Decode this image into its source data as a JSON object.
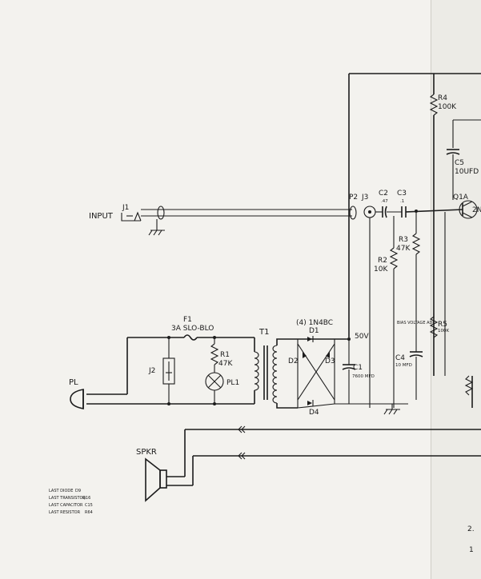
{
  "labels": {
    "input": "INPUT",
    "j1": "J1",
    "p2": "P2",
    "j3": "J3",
    "c2": "C2",
    "c2_val": ".47",
    "c3": "C3",
    "c3_val": ".1",
    "r4": "R4",
    "r4_val": "100K",
    "c5": "C5",
    "c5_val": "10UFD",
    "q1a": "Q1A",
    "q1a_part": "2N",
    "r3": "R3",
    "r3_val": "47K",
    "r2": "R2",
    "r2_val": "10K",
    "r5": "R5",
    "r5_val": "100K",
    "bias_voltage": "BIAS VOLTAGE ADJ.",
    "c4": "C4",
    "c4_val": "10 MFD",
    "f1": "F1",
    "f1_val": "3A SLO-BLO",
    "t1": "T1",
    "d1_group": "(4) 1N4BC",
    "d1": "D1",
    "d2": "D2",
    "d3": "D3",
    "d4": "D4",
    "v50": "50V",
    "r1": "R1",
    "r1_val": "47K",
    "j2": "J2",
    "pl1": "PL1",
    "c1": "C1",
    "c1_val": "7600 MFD",
    "pl": "PL",
    "spkr": "SPKR",
    "page_mark_1": "2.",
    "page_mark_2": "1"
  },
  "notes": [
    {
      "label": "LAST DIODE",
      "value": "D9"
    },
    {
      "label": "LAST TRANSISTOR",
      "value": "Q16"
    },
    {
      "label": "LAST CAPACITOR",
      "value": "C15"
    },
    {
      "label": "LAST RESISTOR",
      "value": "R64"
    }
  ]
}
